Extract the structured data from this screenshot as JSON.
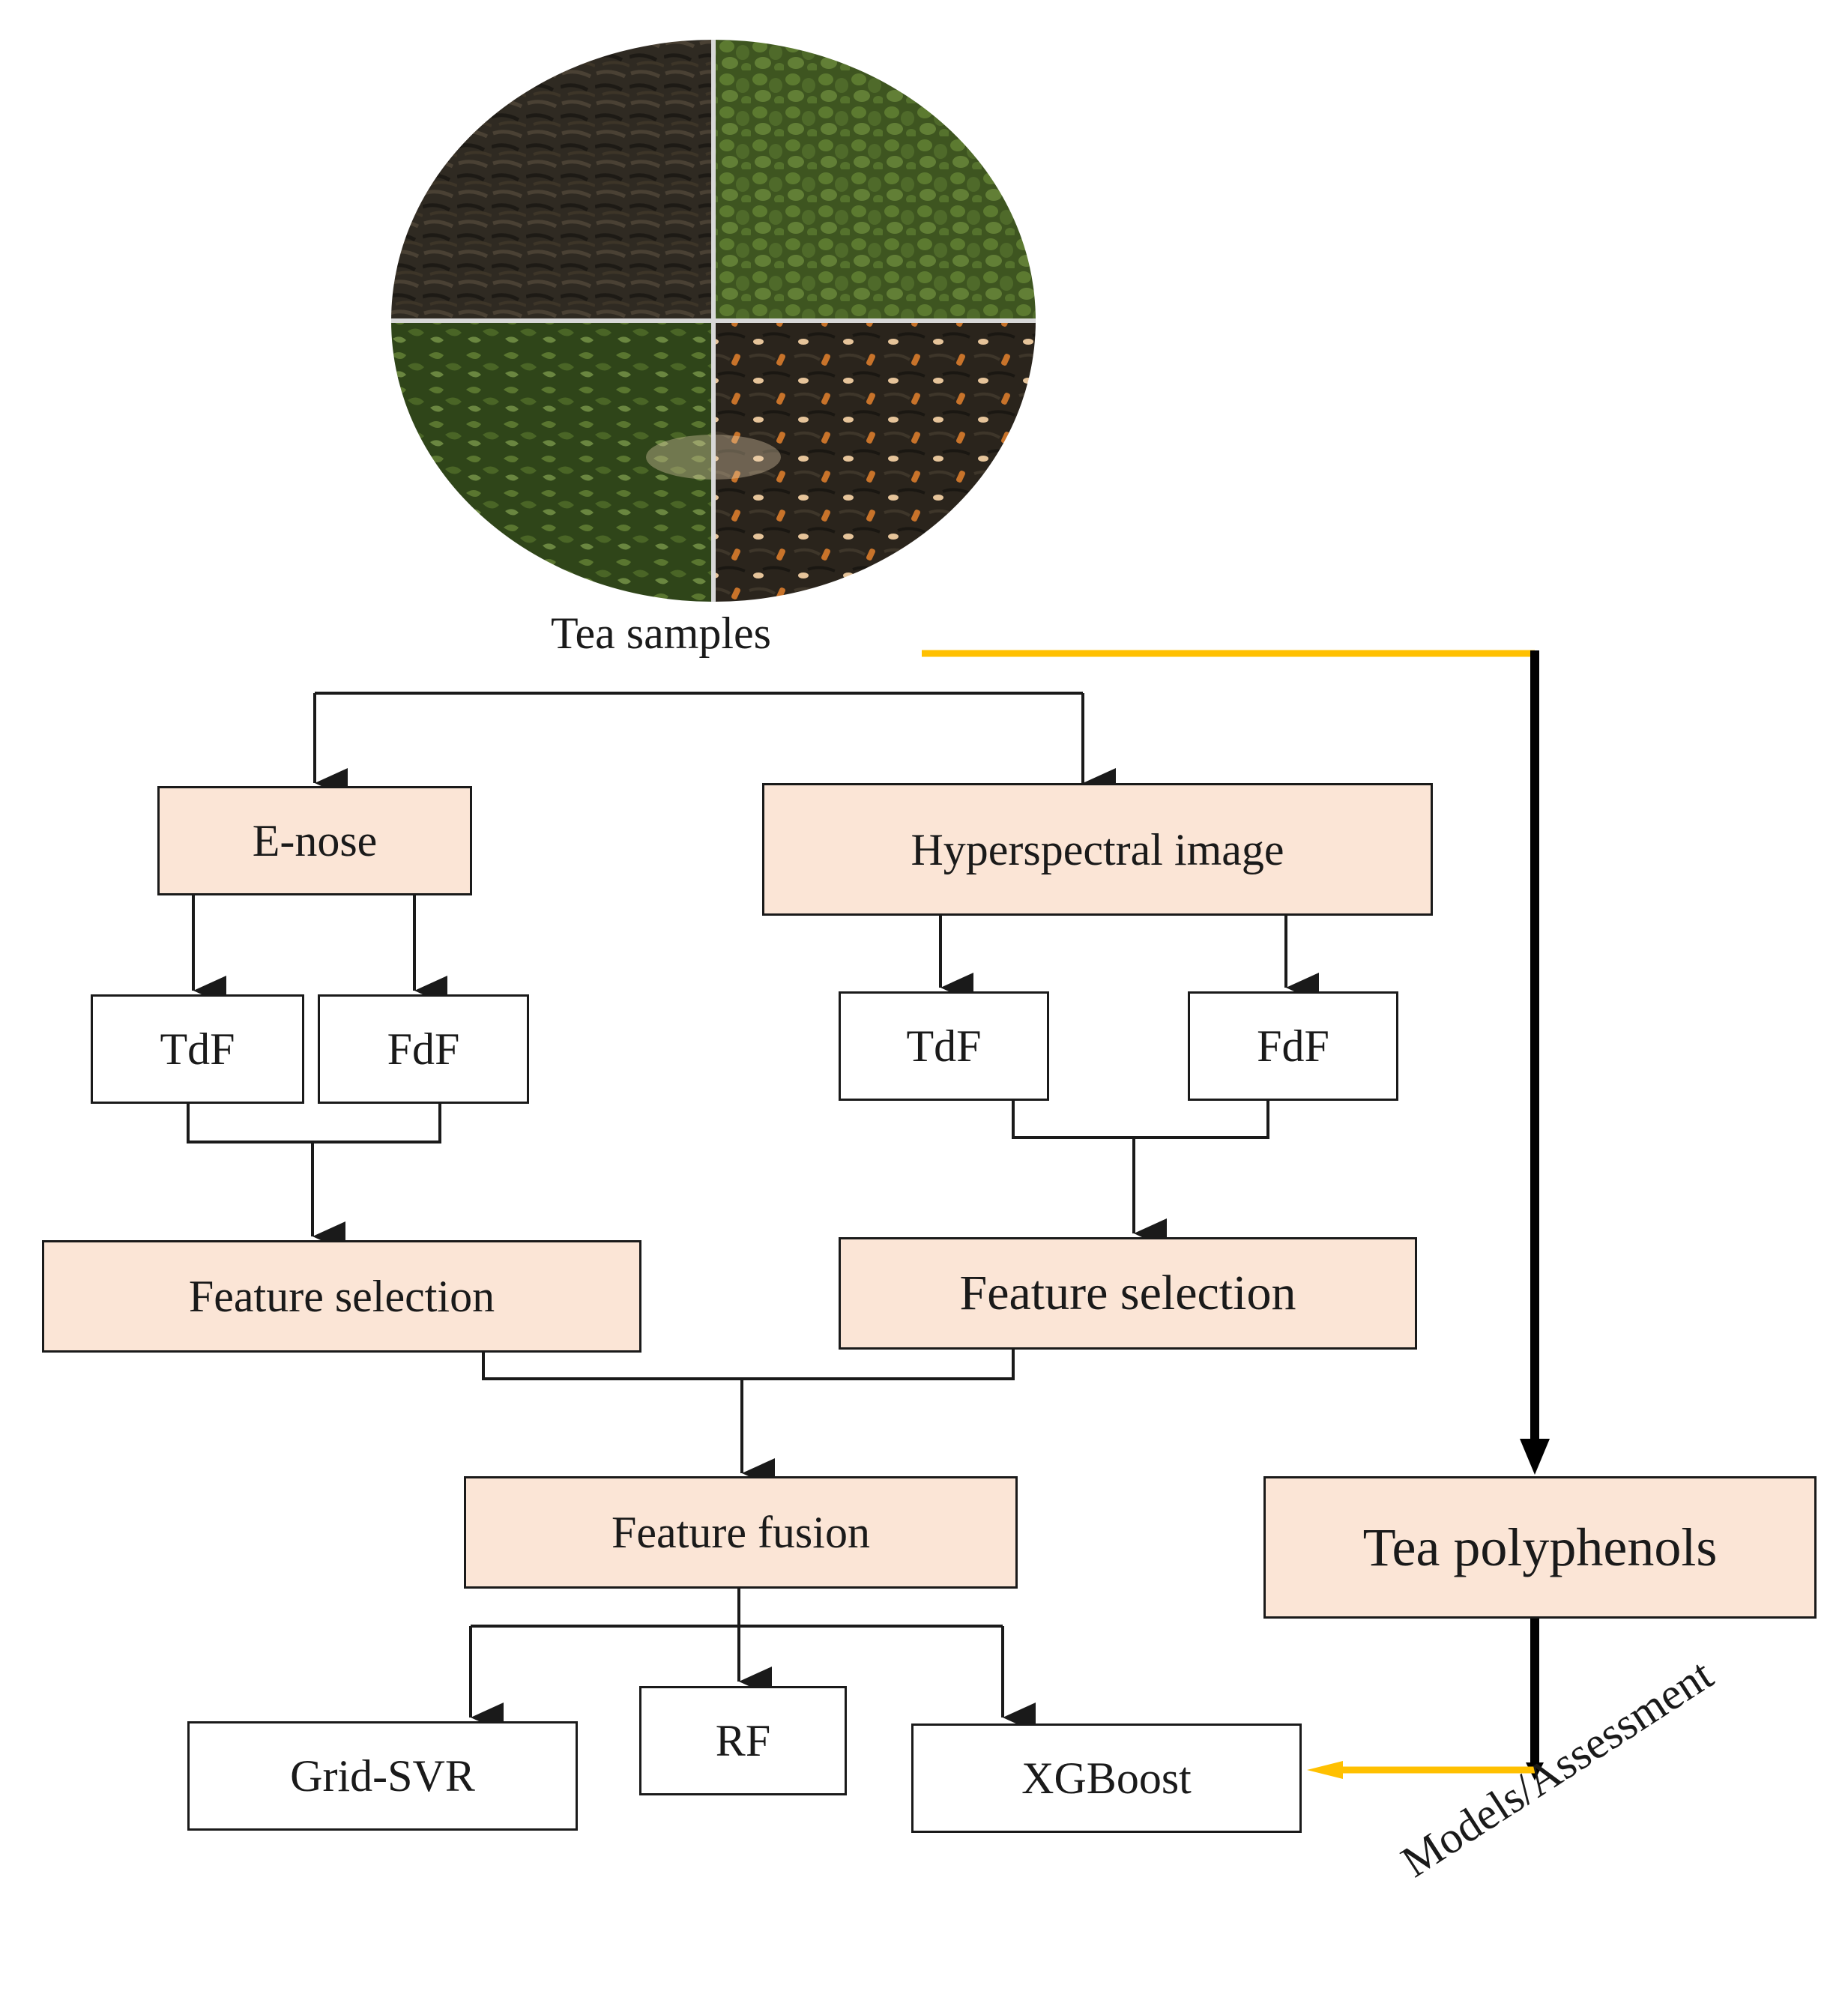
{
  "diagram": {
    "samples_caption": "Tea samples",
    "enose": "E-nose",
    "hsi": "Hyperspectral image",
    "enose_tdf": "TdF",
    "enose_fdf": "FdF",
    "hsi_tdf": "TdF",
    "hsi_fdf": "FdF",
    "fs_left": "Feature selection",
    "fs_right": "Feature selection",
    "fusion": "Feature fusion",
    "polyphenols": "Tea polyphenols",
    "models": [
      "Grid-SVR",
      "RF",
      "XGBoost"
    ],
    "assessment": "Models/Assessment"
  },
  "colors": {
    "box_fill": "#fbe5d6",
    "box_border": "#1a1a1a",
    "connector": "#1a1a1a",
    "highlight_line": "#ffc000"
  },
  "photo_quadrants": [
    {
      "name": "black-tea-leaves",
      "color": "#2f2a22"
    },
    {
      "name": "green-pellet-tea",
      "color": "#4f6a2a"
    },
    {
      "name": "oolong-green-tea",
      "color": "#405a26"
    },
    {
      "name": "orange-peel-black-tea",
      "color": "#2a241c"
    }
  ]
}
